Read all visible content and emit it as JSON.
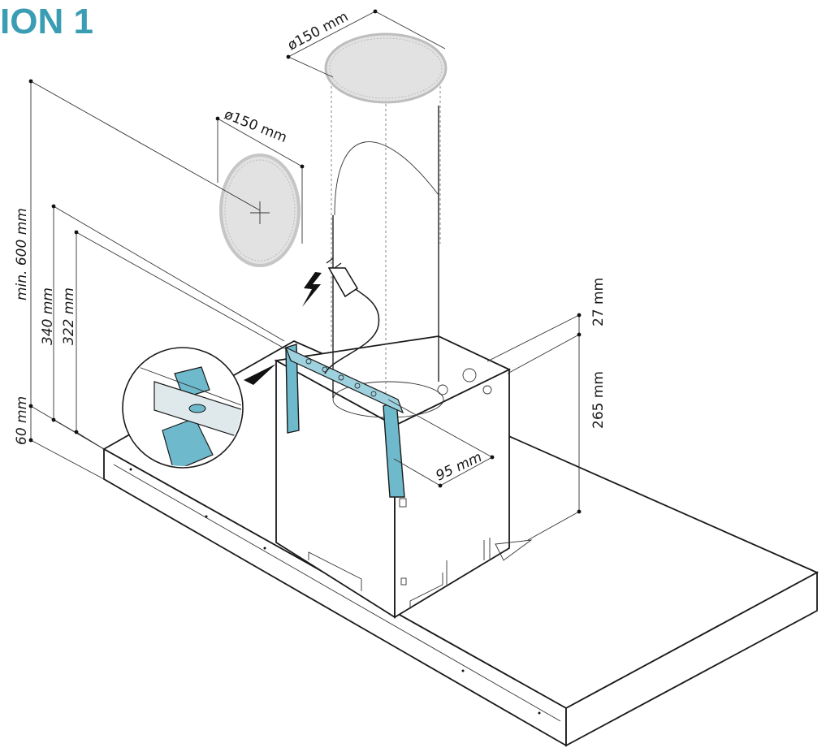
{
  "title": "ION 1",
  "colors": {
    "accent": "#3a9db4",
    "bracket": "#6fb9cc",
    "bracket_dark": "#3f8fa6",
    "disc_fill": "#e2e2e2",
    "disc_edge": "#bdbdbd"
  },
  "icons": {
    "power": "lightning-bolt-icon",
    "plug": "power-plug-icon"
  },
  "dimensions": {
    "top_outlet_diameter": "ø150 mm",
    "rear_outlet_diameter": "ø150 mm",
    "min_height": "min. 600 mm",
    "height_340": "340 mm",
    "height_322": "322 mm",
    "height_60": "60 mm",
    "depth_27": "27 mm",
    "depth_265": "265 mm",
    "width_95": "95 mm"
  }
}
